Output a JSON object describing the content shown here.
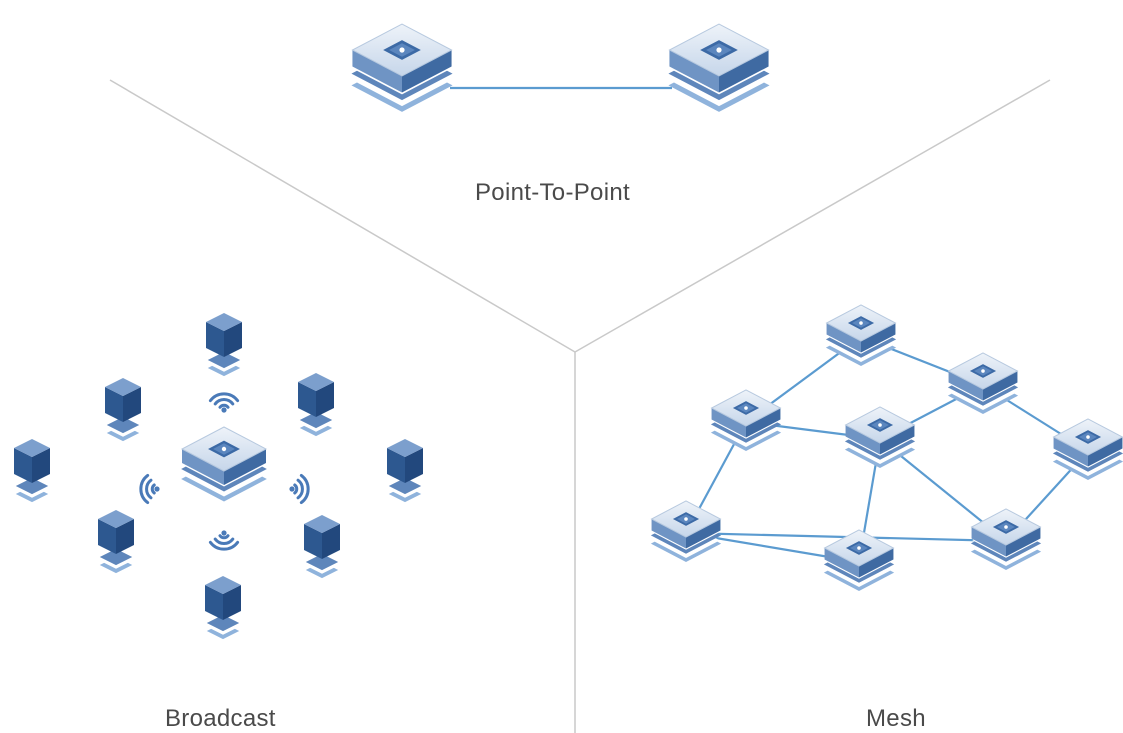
{
  "sections": {
    "point_to_point": {
      "label": "Point-To-Point"
    },
    "broadcast": {
      "label": "Broadcast"
    },
    "mesh": {
      "label": "Mesh"
    }
  },
  "colors": {
    "divider": "#c9c9c9",
    "device_top": "#dfe8f3",
    "device_side": "#7f9fc6",
    "device_base": "#5e86bb",
    "cube_dark": "#2e578e",
    "cube_light": "#6f93c4",
    "link": "#5b9bd0",
    "signal": "#4a7ab8"
  }
}
